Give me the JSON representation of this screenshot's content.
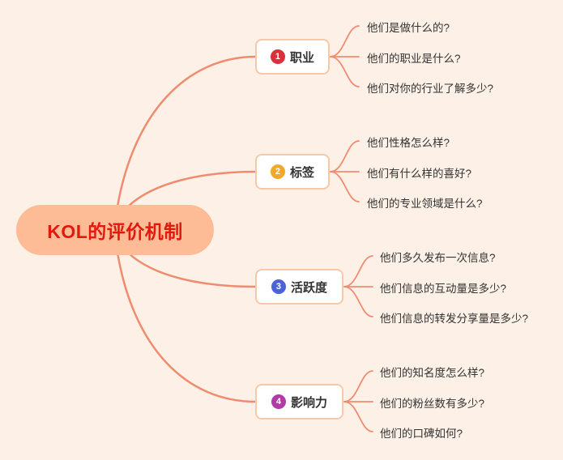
{
  "root": {
    "label": "KOL的评价机制"
  },
  "colors": {
    "background": "#fdf0e6",
    "root_fill": "#fdbc96",
    "root_text": "#e3180f",
    "line": "#ef8c70",
    "branch_border": "#f7c8a8"
  },
  "branches": [
    {
      "number": "1",
      "label": "职业",
      "badge_color": "#d9303a",
      "children": [
        "他们是做什么的?",
        "他们的职业是什么?",
        "他们对你的行业了解多少?"
      ]
    },
    {
      "number": "2",
      "label": "标签",
      "badge_color": "#f0a82d",
      "children": [
        "他们性格怎么样?",
        "他们有什么样的喜好?",
        "他们的专业领域是什么?"
      ]
    },
    {
      "number": "3",
      "label": "活跃度",
      "badge_color": "#4a63d8",
      "children": [
        "他们多久发布一次信息?",
        "他们信息的互动量是多少?",
        "他们信息的转发分享量是多少?"
      ]
    },
    {
      "number": "4",
      "label": "影响力",
      "badge_color": "#b03aa8",
      "children": [
        "他们的知名度怎么样?",
        "他们的粉丝数有多少?",
        "他们的口碑如何?"
      ]
    }
  ]
}
